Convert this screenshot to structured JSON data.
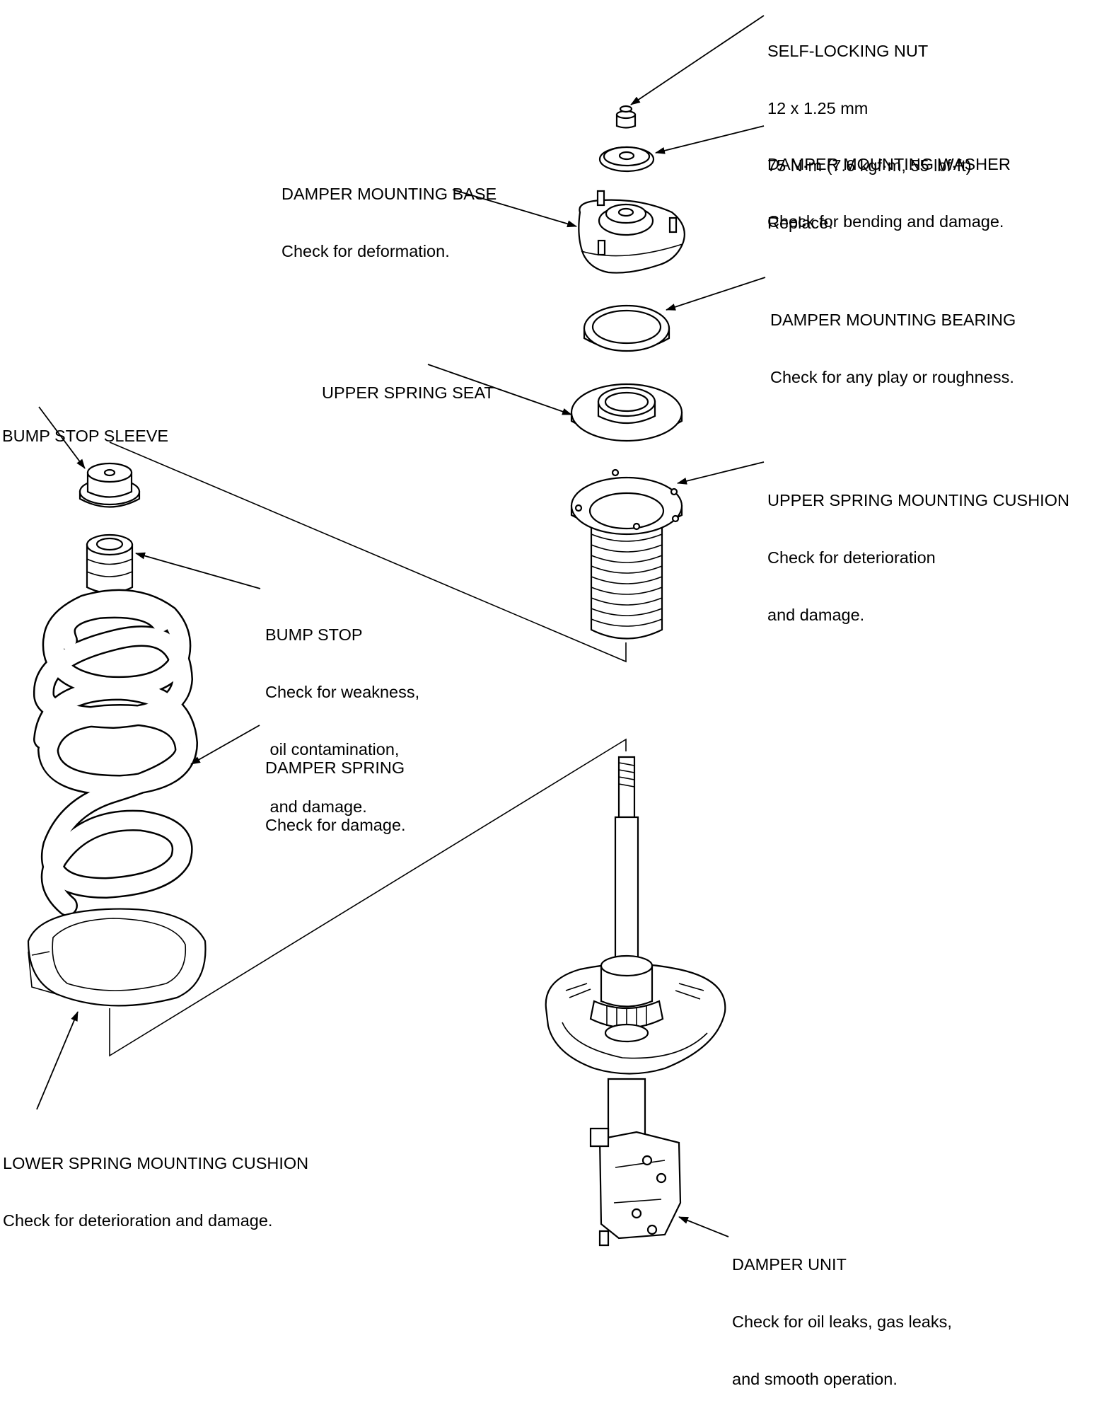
{
  "labels": {
    "self_locking_nut": [
      "SELF-LOCKING NUT",
      "12 x 1.25 mm",
      "75 N·m (7.6 kgf·m, 55 lbf·ft)",
      "Replace."
    ],
    "damper_mounting_washer": [
      "DAMPER MOUNTING WASHER",
      "Check for bending and damage."
    ],
    "damper_mounting_base": [
      "DAMPER MOUNTING BASE",
      "Check for deformation."
    ],
    "damper_mounting_bearing": [
      "DAMPER MOUNTING BEARING",
      "Check for any play or roughness."
    ],
    "upper_spring_seat": [
      "UPPER SPRING SEAT"
    ],
    "bump_stop_sleeve": [
      "BUMP STOP SLEEVE"
    ],
    "upper_spring_mounting_cushion": [
      "UPPER SPRING MOUNTING CUSHION",
      "Check for deterioration",
      "and damage."
    ],
    "bump_stop": [
      "BUMP STOP",
      "Check for weakness,",
      " oil contamination,",
      " and damage."
    ],
    "damper_spring": [
      "DAMPER SPRING",
      "Check for damage."
    ],
    "lower_spring_mounting_cushion": [
      "LOWER SPRING MOUNTING CUSHION",
      "Check for deterioration and damage."
    ],
    "damper_unit": [
      "DAMPER UNIT",
      "Check for oil leaks, gas leaks,",
      "and smooth operation."
    ]
  }
}
